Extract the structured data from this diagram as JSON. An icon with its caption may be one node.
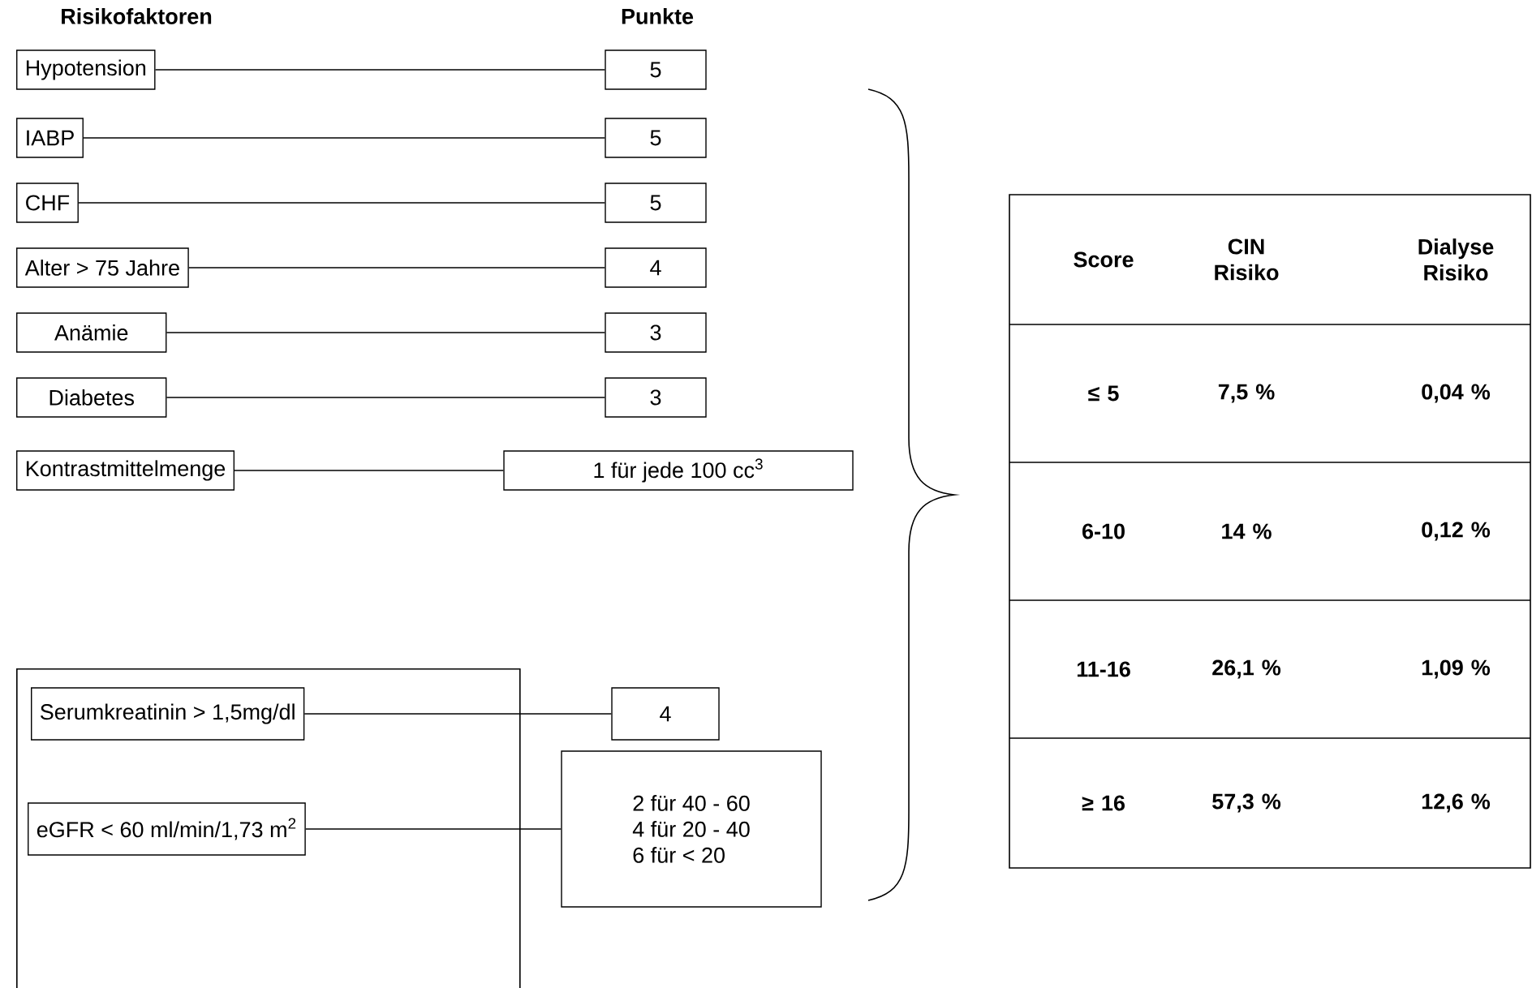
{
  "diagram": {
    "nodes": [
      {
        "text": [
          "Hypotension"
        ]
      },
      {
        "text": [
          "5"
        ]
      },
      {
        "text": [
          "IABP"
        ]
      },
      {
        "text": [
          "5"
        ]
      },
      {
        "text": [
          "CHF"
        ]
      },
      {
        "text": [
          "5"
        ]
      },
      {
        "text": [
          "Alter > 75 Jahre"
        ]
      },
      {
        "text": [
          "4"
        ]
      },
      {
        "text": [
          "Anämie"
        ]
      },
      {
        "text": [
          "3"
        ]
      },
      {
        "text": [
          "Diabetes"
        ]
      },
      {
        "text": [
          "3"
        ]
      },
      {
        "text": [
          "Kontrastmittelmenge"
        ]
      },
      {
        "text": [
          "1 für jede 100 cc$^{3}$"
        ]
      },
      {
        "text": [],
        "shape": "box"
      },
      {
        "text": [
          "Serumkreatinin > 1,5mg/dl"
        ],
        "in": 14
      },
      {
        "text": [
          "4"
        ]
      },
      {
        "text": [
          "eGFR < 60 ml/min/1,73 m$^{2}$"
        ],
        "in": 14
      },
      {
        "text": [
          "2 für 40 - 60",
          "4 für 20 - 40",
          "6 für < 20"
        ]
      }
    ],
    "edges": [
      {
        "from": 0,
        "to": 1,
        "arrow": "none"
      },
      {
        "from": 2,
        "to": 3,
        "arrow": "none"
      },
      {
        "from": 4,
        "to": 5,
        "arrow": "none"
      },
      {
        "from": 6,
        "to": 7,
        "arrow": "none"
      },
      {
        "from": 8,
        "to": 9,
        "arrow": "none"
      },
      {
        "from": 10,
        "to": 11,
        "arrow": "none"
      },
      {
        "from": 12,
        "to": 13,
        "arrow": "none"
      },
      {
        "from": 15,
        "to": 16,
        "arrow": "none"
      },
      {
        "from": 17,
        "to": 18,
        "arrow": "none"
      }
    ],
    "labels": [
      "Risikofaktoren",
      "Punkte",
      "Score",
      "CIN Risiko",
      "Dialyse Risiko",
      "≤ 5",
      "7,5 %",
      "0,04 %",
      "6-10",
      "14 %",
      "0,12 %",
      "11-16",
      "26,1 %",
      "1,09 %",
      "≥ 16",
      "57,3 %",
      "12,6 %"
    ]
  }
}
